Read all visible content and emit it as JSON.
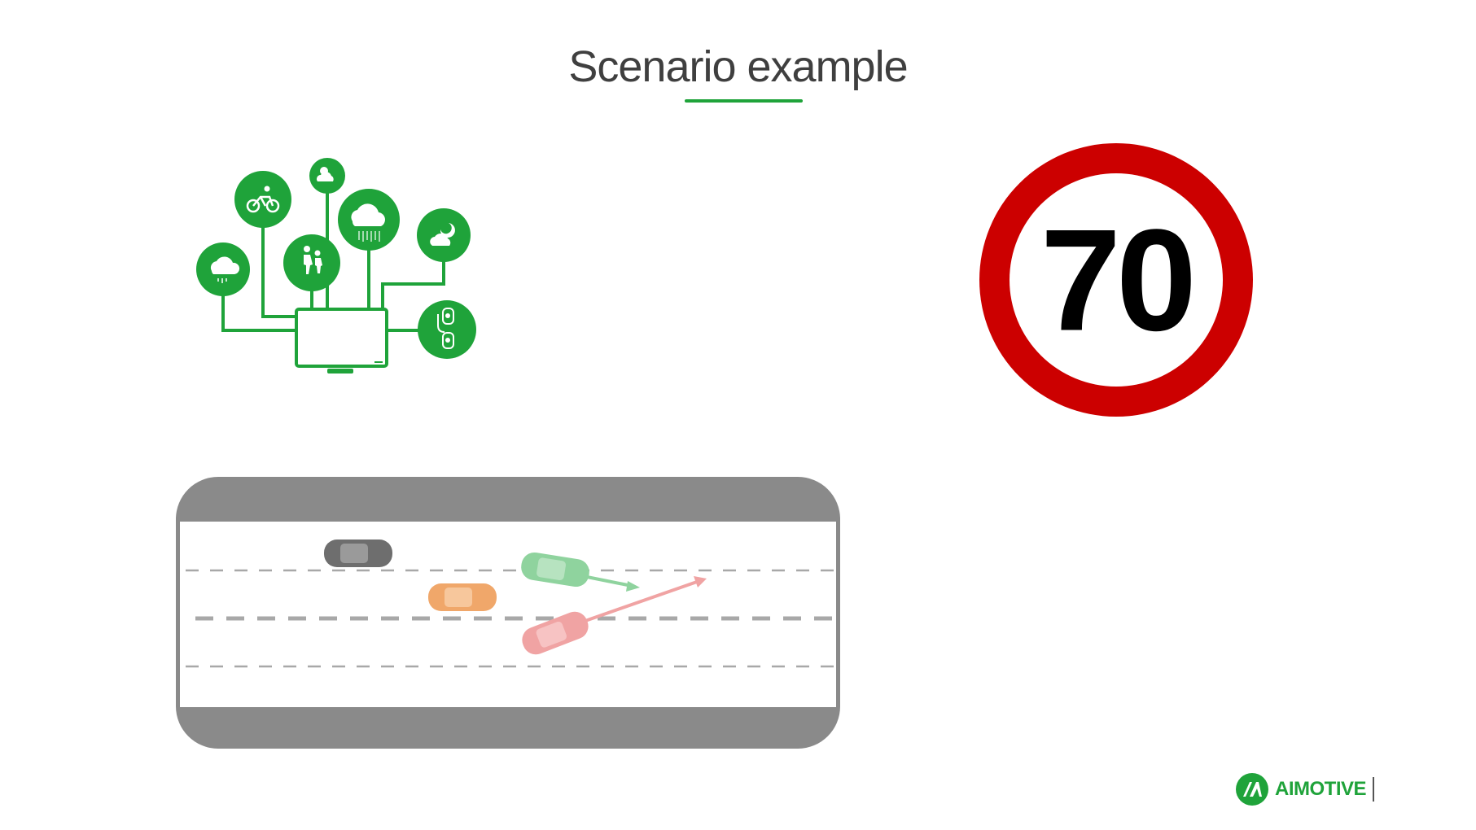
{
  "slide": {
    "title": "Scenario example"
  },
  "speed_sign": {
    "value": "70"
  },
  "brand": {
    "name": "AIMOTIVE"
  },
  "colors": {
    "accent_green": "#1fa33a",
    "sign_red": "#cc0000",
    "road_gray": "#8a8a8a",
    "car_gray": "#6e6e6e",
    "car_orange": "#f0a76a",
    "car_green": "#8fd39e",
    "car_red": "#f0a3a3"
  },
  "icons": [
    "cloud-rain-icon",
    "bicycle-icon",
    "sun-cloud-icon",
    "pedestrians-icon",
    "heavy-rain-icon",
    "night-cloud-icon",
    "traffic-light-icon",
    "monitor-icon"
  ]
}
